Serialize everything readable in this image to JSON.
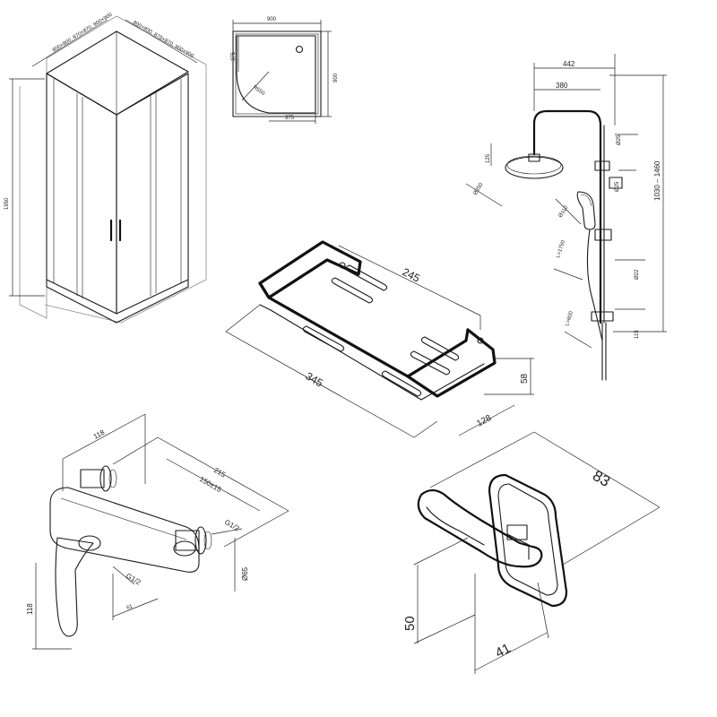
{
  "enclosure": {
    "label_top_left": "800×800, 870×870, 900×900",
    "label_top_right": "800×800, 870×870, 900×900",
    "label_height": "1950"
  },
  "tray": {
    "width": "900",
    "height": "900",
    "drain_x": "375",
    "drain_y": "375",
    "radius": "R550"
  },
  "shower_system": {
    "arm_total": "442",
    "arm_reach": "380",
    "head_height": "125",
    "head_diameter": "Ø250",
    "handshower_diameter": "Ø110",
    "bar_top": "Ø25",
    "bracket": "Ø25",
    "hose_upper": "L=1750",
    "hose_lower": "L=600",
    "spacing": "Ø22",
    "outlet": "115",
    "height_range": "1030 – 1460"
  },
  "basket": {
    "length": "345",
    "inner_length": "245",
    "height": "58",
    "depth": "128"
  },
  "mixer": {
    "depth": "118",
    "width": "215",
    "centers": "150±15",
    "thread_right": "G1/2",
    "thread_left": "G1/2",
    "diameter": "Ø65",
    "offset": "61",
    "height": "118"
  },
  "hook": {
    "depth": "83",
    "height": "50",
    "width": "41"
  }
}
